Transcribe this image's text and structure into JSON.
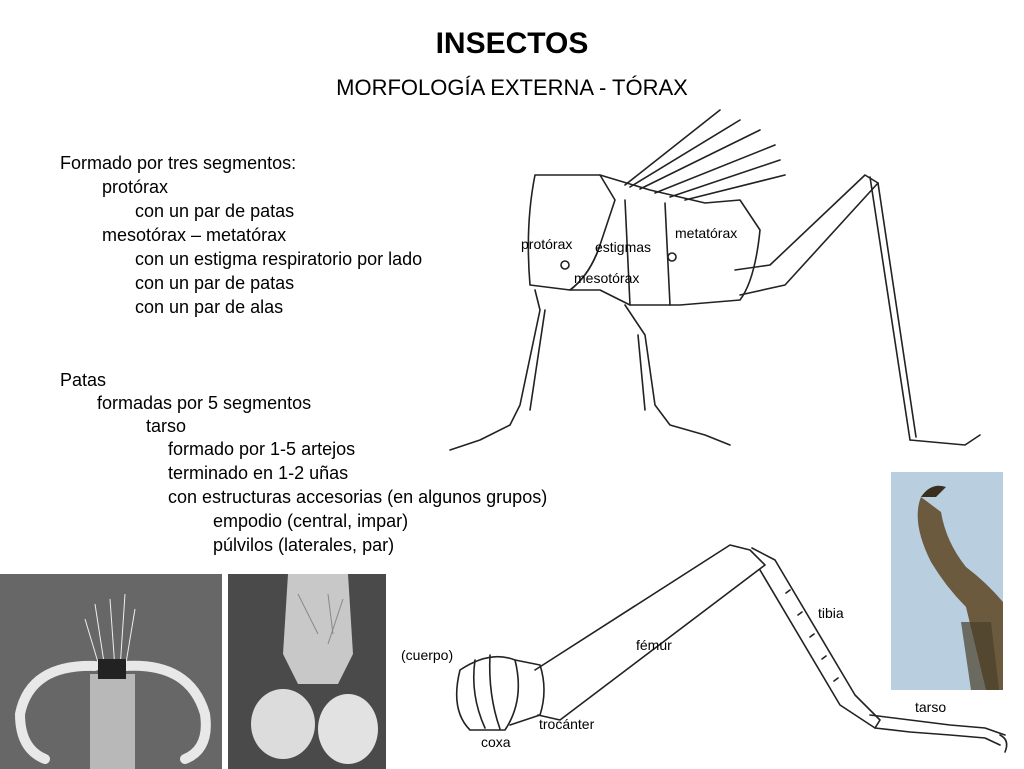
{
  "title": "INSECTOS",
  "subtitle": "MORFOLOGÍA EXTERNA - TÓRAX",
  "body_lines": [
    "Formado por tres segmentos:",
    "protórax",
    "con un par de patas",
    "mesotórax – metatórax",
    "con un estigma respiratorio por lado",
    "con un par de patas",
    "con un par de alas",
    "Patas",
    "formadas por 5 segmentos",
    "tarso",
    "formado por 1-5 artejos",
    "terminado en 1-2 uñas",
    "con estructuras accesorias (en algunos grupos)",
    "empodio (central, impar)",
    "púlvilos (laterales, par)"
  ],
  "thorax_labels": {
    "protorax": "protórax",
    "estigmas": "estigmas",
    "mesotorax": "mesotórax",
    "metatorax": "metatórax"
  },
  "leg_labels": {
    "cuerpo": "(cuerpo)",
    "femur": "fémur",
    "tibia": "tibia",
    "trocanter": "trocánter",
    "coxa": "coxa",
    "tarso": "tarso"
  }
}
